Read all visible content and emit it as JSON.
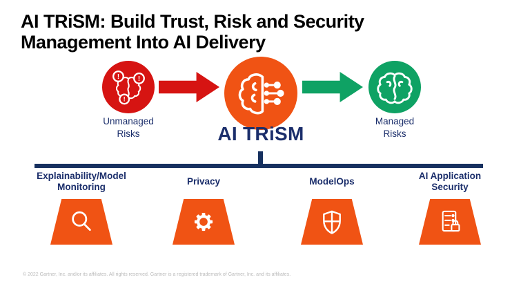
{
  "title": "AI TRiSM: Build Trust, Risk and Security\nManagement Into AI Delivery",
  "flow": {
    "unmanaged_label": "Unmanaged\nRisks",
    "center_label": "AI TRiSM",
    "managed_label": "Managed\nRisks",
    "icons": {
      "unmanaged": "risk-brain-icon",
      "center": "brain-circuit-icon",
      "managed": "brain-icon"
    }
  },
  "pillars": [
    {
      "label": "Explainability/Model\nMonitoring",
      "icon": "magnifier-icon"
    },
    {
      "label": "Privacy",
      "icon": "gear-icon"
    },
    {
      "label": "ModelOps",
      "icon": "shield-icon"
    },
    {
      "label": "AI Application\nSecurity",
      "icon": "document-lock-icon"
    }
  ],
  "footer": "© 2022 Gartner, Inc. and/or its affiliates. All rights reserved. Gartner is a registered trademark of Gartner, Inc. and its affiliates.",
  "colors": {
    "red": "#D61412",
    "orange": "#F05314",
    "green": "#0FA264",
    "navy_text": "#1B2E6B",
    "navy_line": "#16305F",
    "title_black": "#000000",
    "footer_gray": "#BBBBBB"
  }
}
